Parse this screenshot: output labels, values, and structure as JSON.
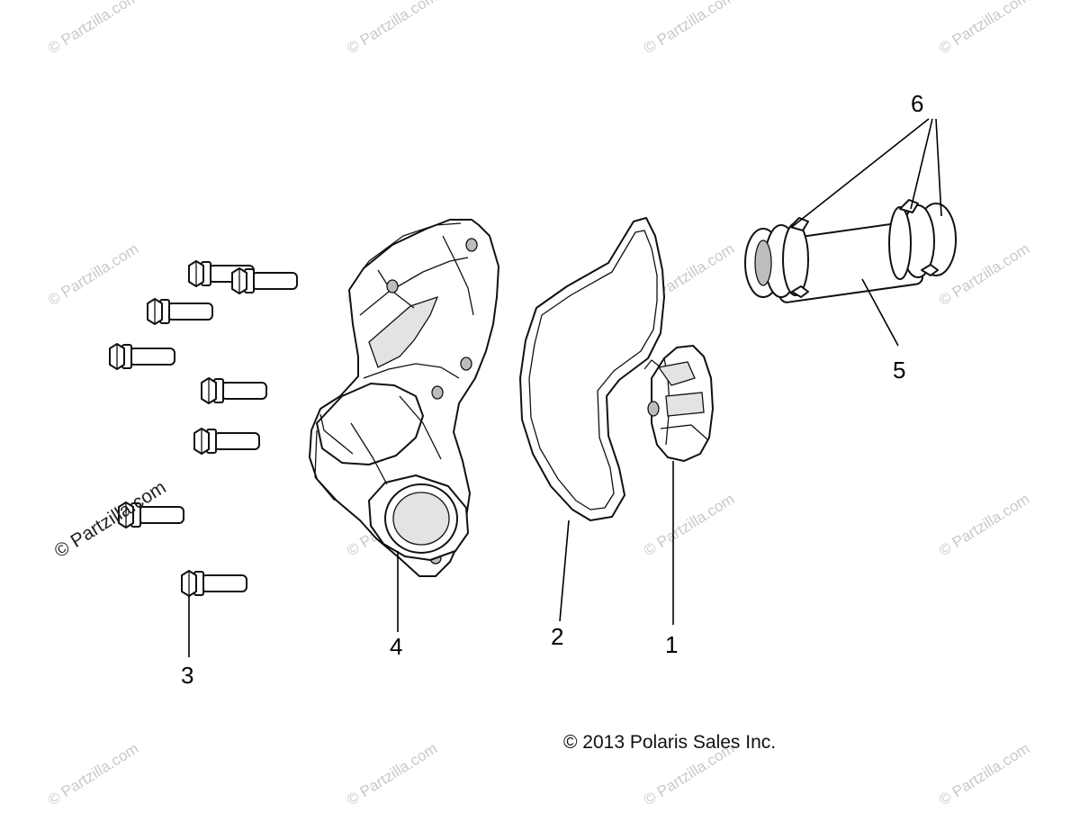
{
  "watermark": {
    "text": "© Partzilla.com"
  },
  "copyright": "© 2013 Polaris Sales Inc.",
  "callouts": {
    "c1": "1",
    "c2": "2",
    "c3": "3",
    "c4": "4",
    "c5": "5",
    "c6": "6"
  }
}
